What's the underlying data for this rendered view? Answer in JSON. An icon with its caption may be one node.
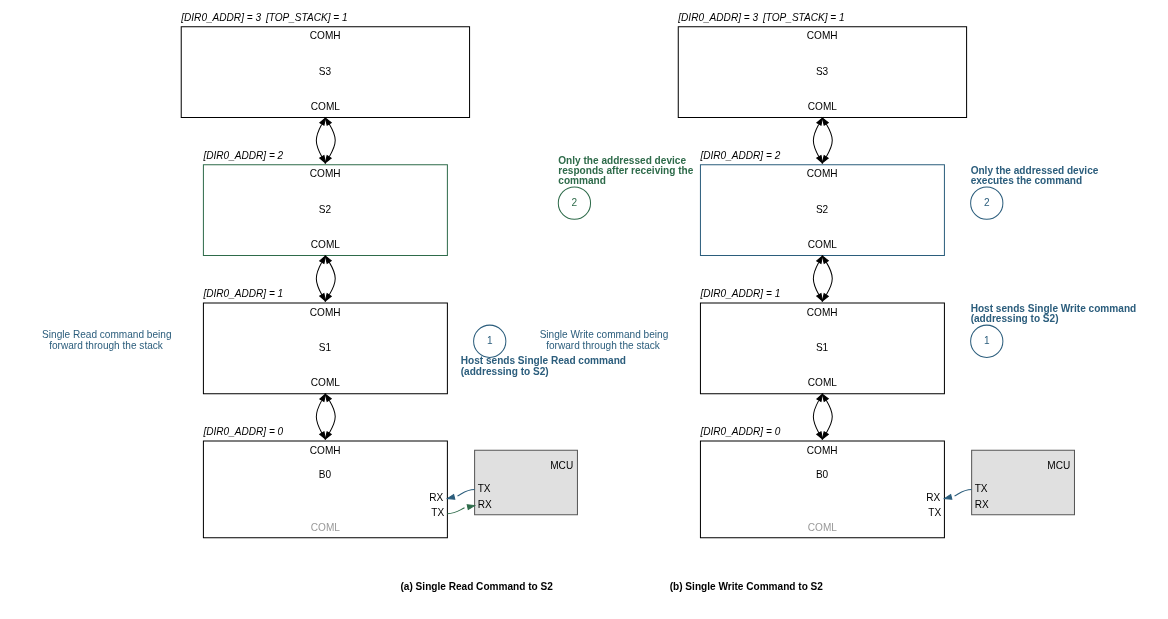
{
  "diagram": {
    "nodes": [
      {
        "text": [
          "COMH",
          "S3",
          "COML"
        ],
        "beside": [
          "[DIR0_ADDR] = 3",
          "[TOP_STACK] = 1"
        ]
      },
      {
        "text": [
          "COMH",
          "S2",
          "COML"
        ],
        "beside": [
          "[DIR0_ADDR] = 2"
        ]
      },
      {
        "text": [
          "COMH",
          "S1",
          "COML"
        ],
        "beside": [
          "[DIR0_ADDR] = 1"
        ]
      },
      {
        "text": [
          "COMH",
          "B0",
          "RX",
          "TX",
          "COML"
        ],
        "beside": [
          "[DIR0_ADDR] = 0"
        ]
      },
      {
        "text": [
          "MCU",
          "TX",
          "RX"
        ]
      },
      {
        "text": [
          "2"
        ],
        "beside": [
          "Only the addressed device responds after receiving the command"
        ]
      },
      {
        "text": [
          "1"
        ],
        "beside": [
          "Host sends Single Read command (addressing to S2)"
        ]
      },
      {
        "text": [
          "COMH",
          "S3",
          "COML"
        ],
        "beside": [
          "[DIR0_ADDR] = 3",
          "[TOP_STACK] = 1"
        ]
      },
      {
        "text": [
          "COMH",
          "S2",
          "COML"
        ],
        "beside": [
          "[DIR0_ADDR] = 2"
        ]
      },
      {
        "text": [
          "COMH",
          "S1",
          "COML"
        ],
        "beside": [
          "[DIR0_ADDR] = 1"
        ]
      },
      {
        "text": [
          "COMH",
          "B0",
          "RX",
          "TX",
          "COML"
        ],
        "beside": [
          "[DIR0_ADDR] = 0"
        ]
      },
      {
        "text": [
          "MCU",
          "TX",
          "RX"
        ]
      },
      {
        "text": [
          "2"
        ],
        "beside": [
          "Only the addressed device executes the command"
        ]
      },
      {
        "text": [
          "1"
        ],
        "beside": [
          "Host sends Single Write command (addressing to S2)"
        ]
      }
    ],
    "edges": [
      {
        "from": 0,
        "to": 1,
        "arrow": "both"
      },
      {
        "from": 0,
        "to": 1,
        "arrow": "both"
      },
      {
        "from": 1,
        "to": 2,
        "arrow": "both"
      },
      {
        "from": 1,
        "to": 2,
        "arrow": "both"
      },
      {
        "from": 2,
        "to": 3,
        "arrow": "both"
      },
      {
        "from": 2,
        "to": 3,
        "arrow": "both"
      },
      {
        "from": 4,
        "to": 3,
        "arrow": "to",
        "color": "#2b5d7c"
      },
      {
        "from": 3,
        "to": 4,
        "arrow": "to",
        "color": "#2e6b4a"
      },
      {
        "from": 7,
        "to": 8,
        "arrow": "both"
      },
      {
        "from": 7,
        "to": 8,
        "arrow": "both"
      },
      {
        "from": 8,
        "to": 9,
        "arrow": "both"
      },
      {
        "from": 8,
        "to": 9,
        "arrow": "both"
      },
      {
        "from": 9,
        "to": 10,
        "arrow": "both"
      },
      {
        "from": 9,
        "to": 10,
        "arrow": "both"
      },
      {
        "from": 11,
        "to": 10,
        "arrow": "to",
        "color": "#2b5d7c"
      }
    ],
    "labels": [
      "Single Read command being forward through the stack",
      "(a) Single Read Command to S2",
      "Single Write command being forward through the stack",
      "(b) Single Write Command to S2"
    ]
  }
}
